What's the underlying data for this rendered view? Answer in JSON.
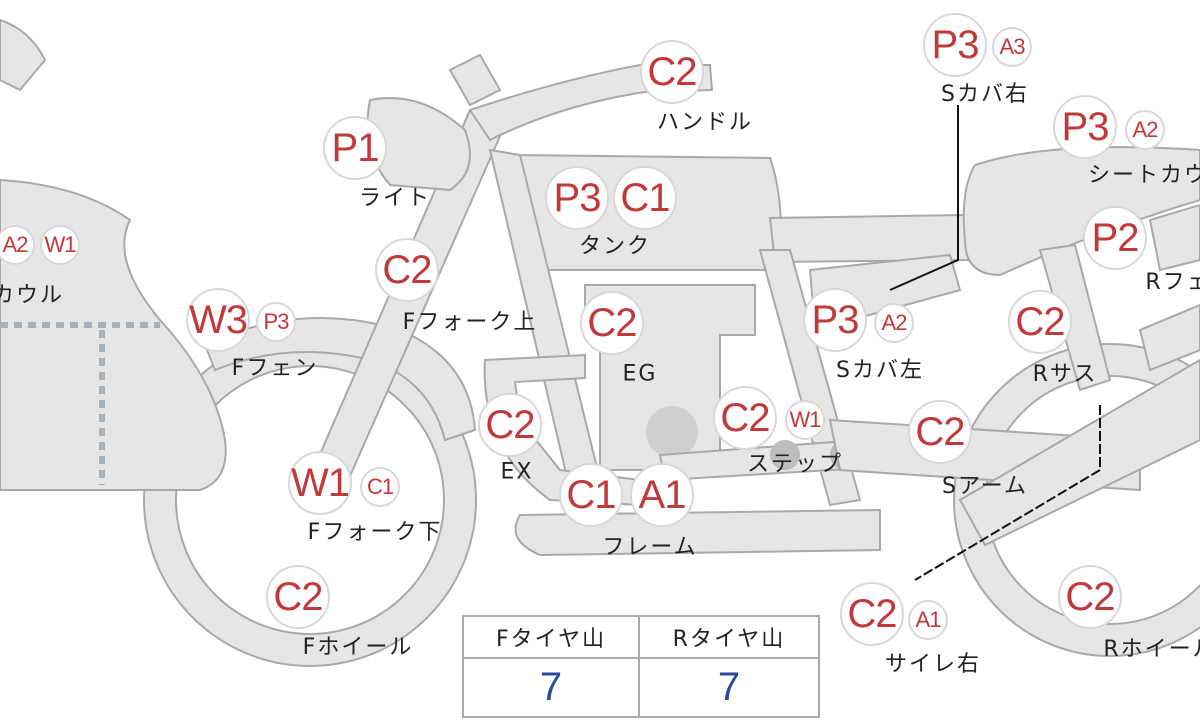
{
  "parts": [
    {
      "name": "cowl",
      "label": "カウル",
      "badges": [
        "A2",
        "W1"
      ]
    },
    {
      "name": "light",
      "label": "ライト",
      "badges": [
        "P1"
      ]
    },
    {
      "name": "handle",
      "label": "ハンドル",
      "badges": [
        "C2"
      ]
    },
    {
      "name": "tank",
      "label": "タンク",
      "badges": [
        "P3",
        "C1"
      ]
    },
    {
      "name": "front-fork-upper",
      "label": "Fフォーク上",
      "badges": [
        "C2"
      ]
    },
    {
      "name": "front-fender",
      "label": "Fフェン",
      "badges": [
        "W3",
        "P3"
      ]
    },
    {
      "name": "engine",
      "label": "EG",
      "badges": [
        "C2"
      ]
    },
    {
      "name": "side-cover-left",
      "label": "Sカバ左",
      "badges": [
        "P3",
        "A2"
      ]
    },
    {
      "name": "rear-suspension",
      "label": "Rサス",
      "badges": [
        "C2"
      ]
    },
    {
      "name": "exhaust",
      "label": "EX",
      "badges": [
        "C2"
      ]
    },
    {
      "name": "step",
      "label": "ステップ",
      "badges": [
        "C2",
        "W1"
      ]
    },
    {
      "name": "swing-arm",
      "label": "Sアーム",
      "badges": [
        "C2"
      ]
    },
    {
      "name": "front-fork-lower",
      "label": "Fフォーク下",
      "badges": [
        "W1",
        "C1"
      ]
    },
    {
      "name": "frame",
      "label": "フレーム",
      "badges": [
        "C1",
        "A1"
      ]
    },
    {
      "name": "front-wheel",
      "label": "Fホイール",
      "badges": [
        "C2"
      ]
    },
    {
      "name": "silencer-right",
      "label": "サイレ右",
      "badges": [
        "C2",
        "A1"
      ]
    },
    {
      "name": "rear-wheel",
      "label": "Rホイール",
      "badges": [
        "C2"
      ]
    },
    {
      "name": "side-cover-right",
      "label": "Sカバ右",
      "badges": [
        "P3",
        "A3"
      ]
    },
    {
      "name": "seat-cowl",
      "label": "シートカウル",
      "badges": [
        "P3",
        "A2"
      ]
    },
    {
      "name": "rear-fender",
      "label": "Rフェン",
      "badges": [
        "P2"
      ]
    }
  ],
  "tire_table": {
    "front_header": "Fタイヤ山",
    "rear_header": "Rタイヤ山",
    "front_value": "7",
    "rear_value": "7"
  },
  "colors": {
    "badge_text": "#c0393b",
    "value_text": "#2c4a9a",
    "part_fill": "#e6e6e6",
    "part_stroke": "#a9a9a9"
  }
}
